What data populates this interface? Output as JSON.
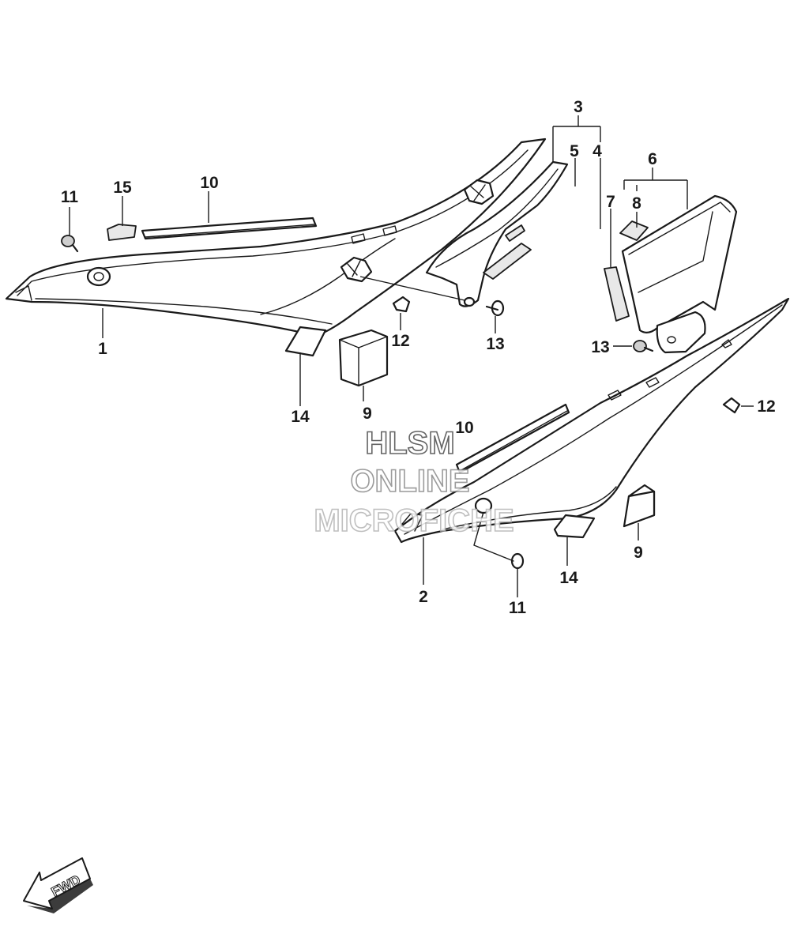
{
  "diagram": {
    "callouts": {
      "p1": "1",
      "p2": "2",
      "p3": "3",
      "p4": "4",
      "p5": "5",
      "p6": "6",
      "p7": "7",
      "p8": "8",
      "p9a": "9",
      "p9b": "9",
      "p10a": "10",
      "p10b": "10",
      "p11a": "11",
      "p11b": "11",
      "p12a": "12",
      "p12b": "12",
      "p13a": "13",
      "p13b": "13",
      "p14a": "14",
      "p14b": "14",
      "p15": "15"
    },
    "watermark": {
      "line1": "HLSM",
      "line2": "ONLINE",
      "line3": "MICROFICHE"
    },
    "direction_arrow": {
      "label": "FWD",
      "icon": "forward-arrow-icon"
    },
    "colors": {
      "line": "#1a1a1a",
      "watermark_outline": "#9a9a9a"
    }
  }
}
